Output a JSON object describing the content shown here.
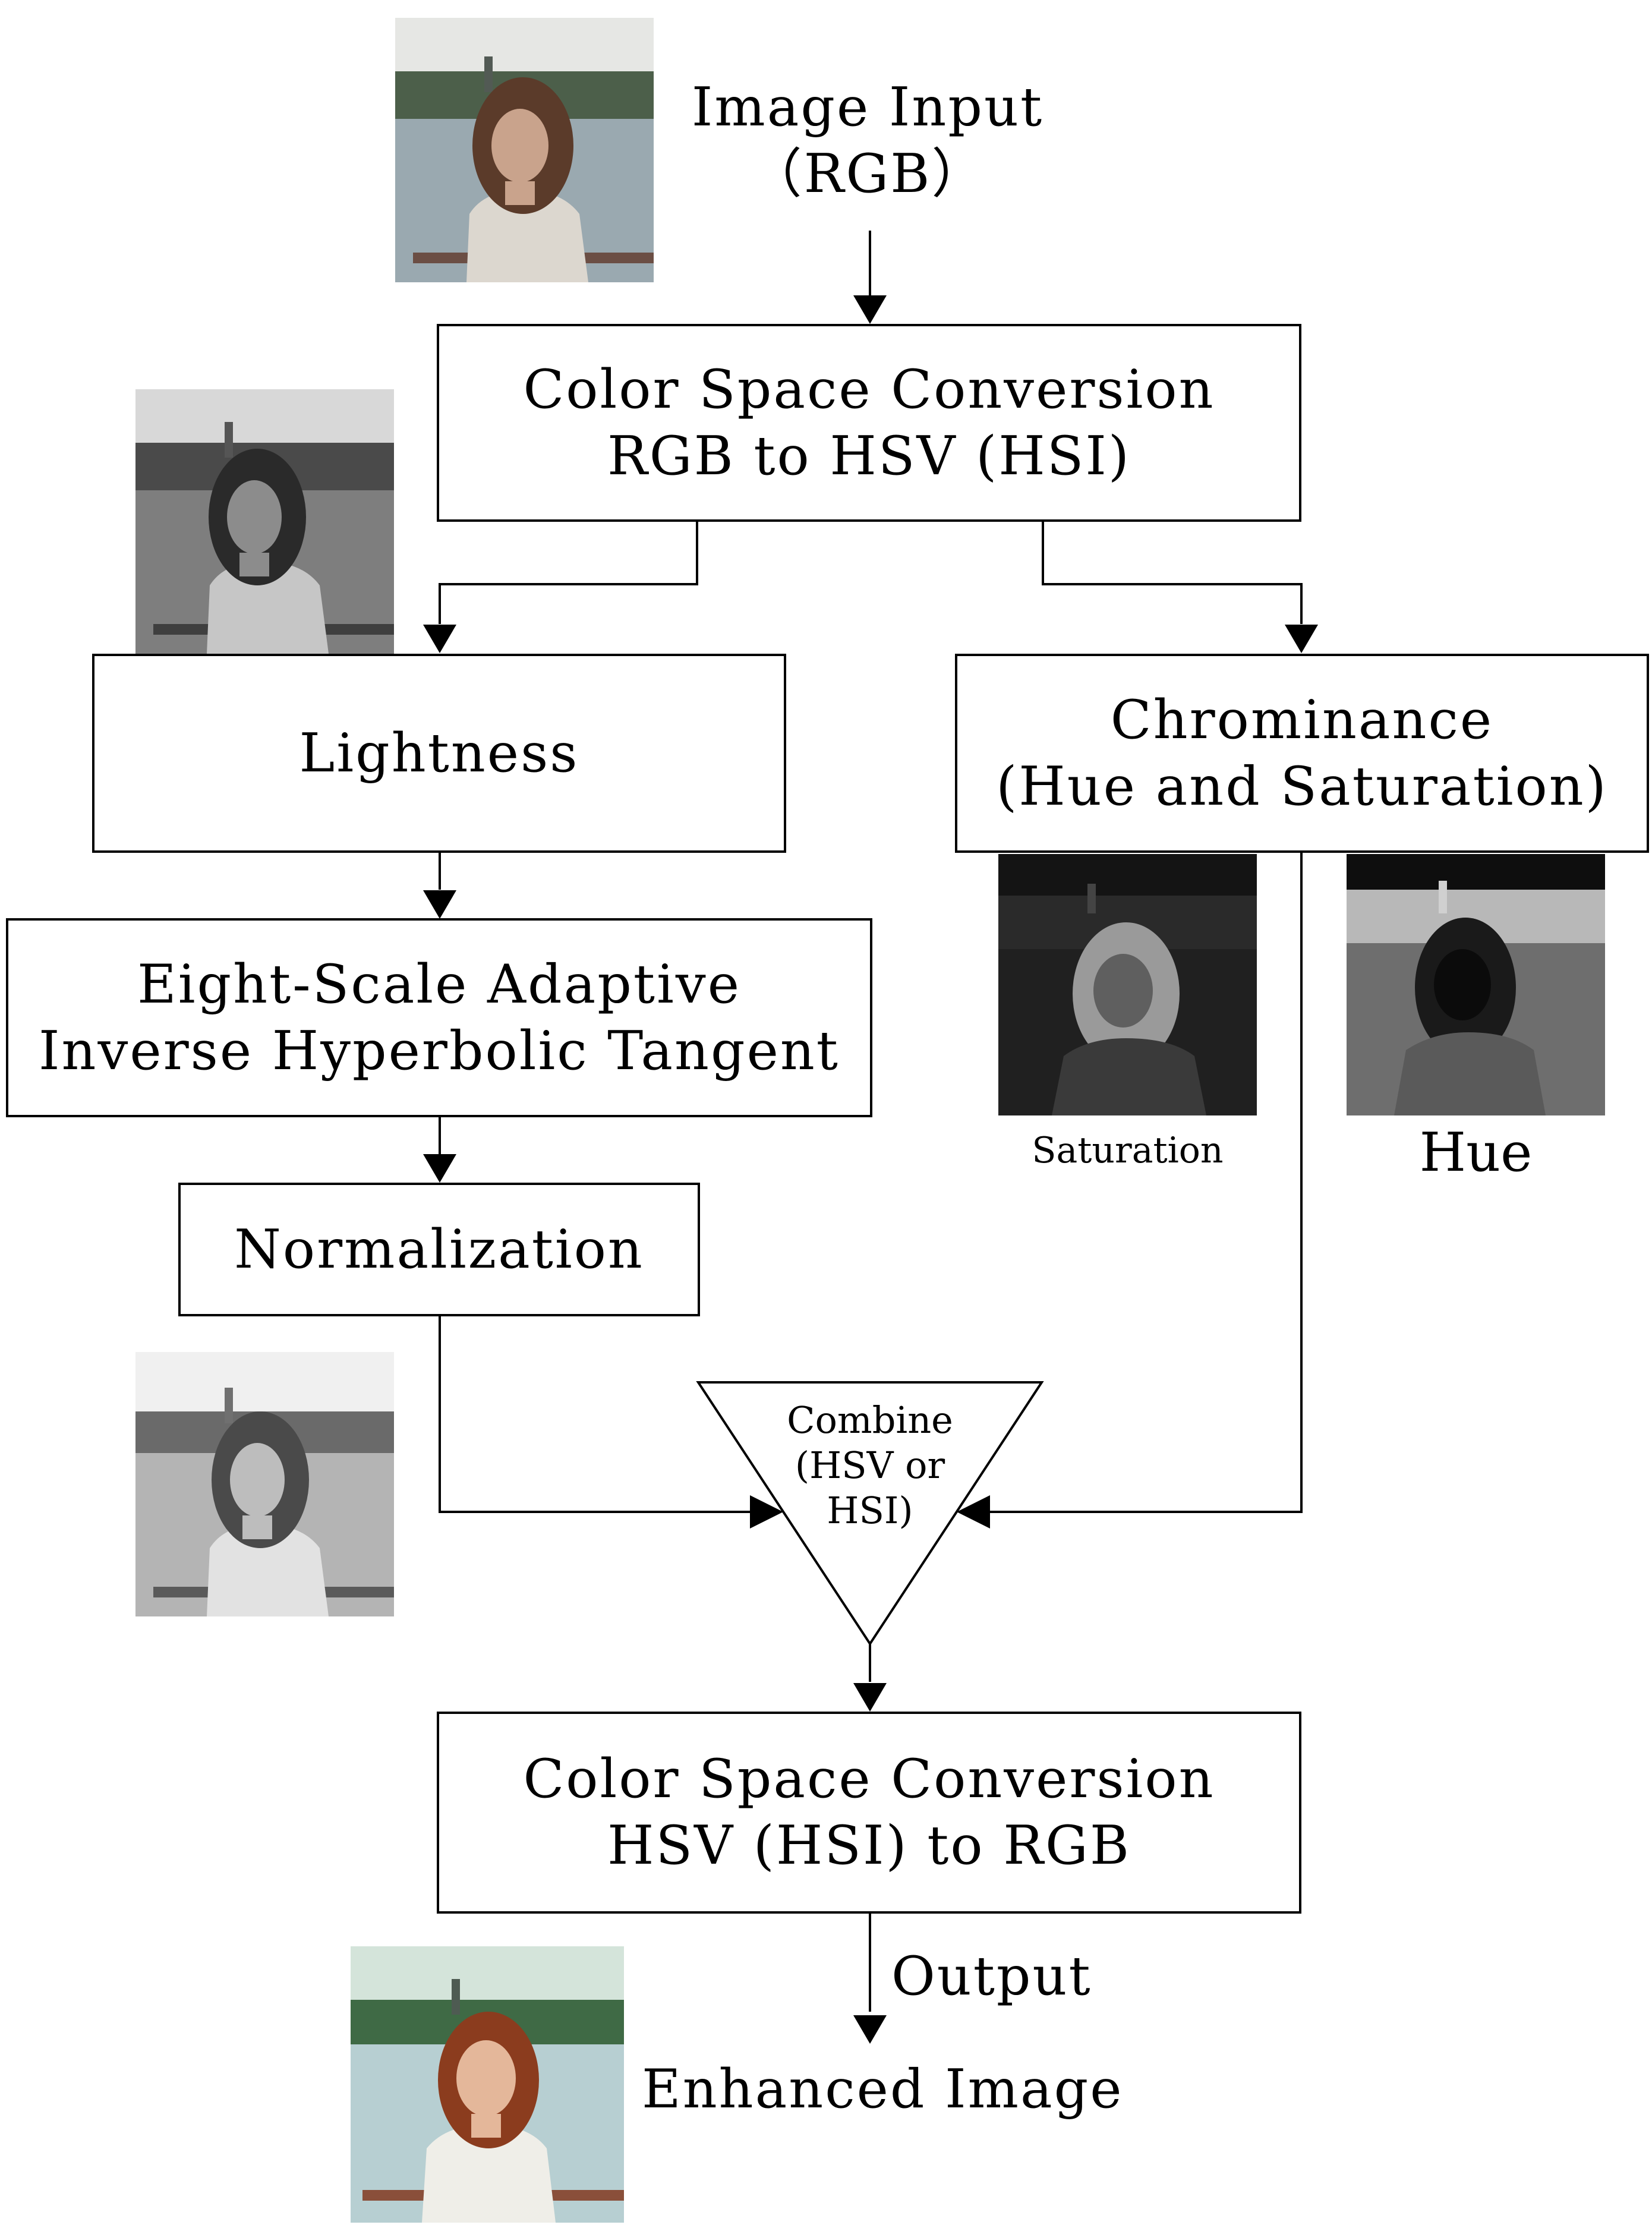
{
  "image_input": {
    "line1": "Image Input",
    "line2": "（RGB）"
  },
  "conversion_rgb_to_hsv": {
    "line1": "Color Space Conversion",
    "line2": "RGB to HSV (HSI)"
  },
  "lightness": {
    "label": "Lightness"
  },
  "chrominance": {
    "line1": "Chrominance",
    "line2": "(Hue and Saturation)"
  },
  "adaptive_tangent": {
    "line1": "Eight-Scale Adaptive",
    "line2": "Inverse Hyperbolic Tangent"
  },
  "normalization": {
    "label": "Normalization"
  },
  "saturation_caption": "Saturation",
  "hue_caption": "Hue",
  "combine": {
    "line1": "Combine",
    "line2": "(HSV or",
    "line3": "HSI)"
  },
  "conversion_hsv_to_rgb": {
    "line1": "Color Space Conversion",
    "line2": "HSV (HSI) to RGB"
  },
  "output_label": "Output",
  "enhanced_label": "Enhanced Image",
  "colors": {
    "line": "#000000",
    "box_fill": "#ffffff"
  },
  "icons": {
    "photo_input": "portrait-photo-color-dim",
    "photo_lightness": "portrait-photo-grayscale-dark",
    "photo_saturation": "saturation-map-photo",
    "photo_hue": "hue-map-photo",
    "photo_normalized": "portrait-photo-grayscale-bright",
    "photo_enhanced": "portrait-photo-color-enhanced"
  }
}
